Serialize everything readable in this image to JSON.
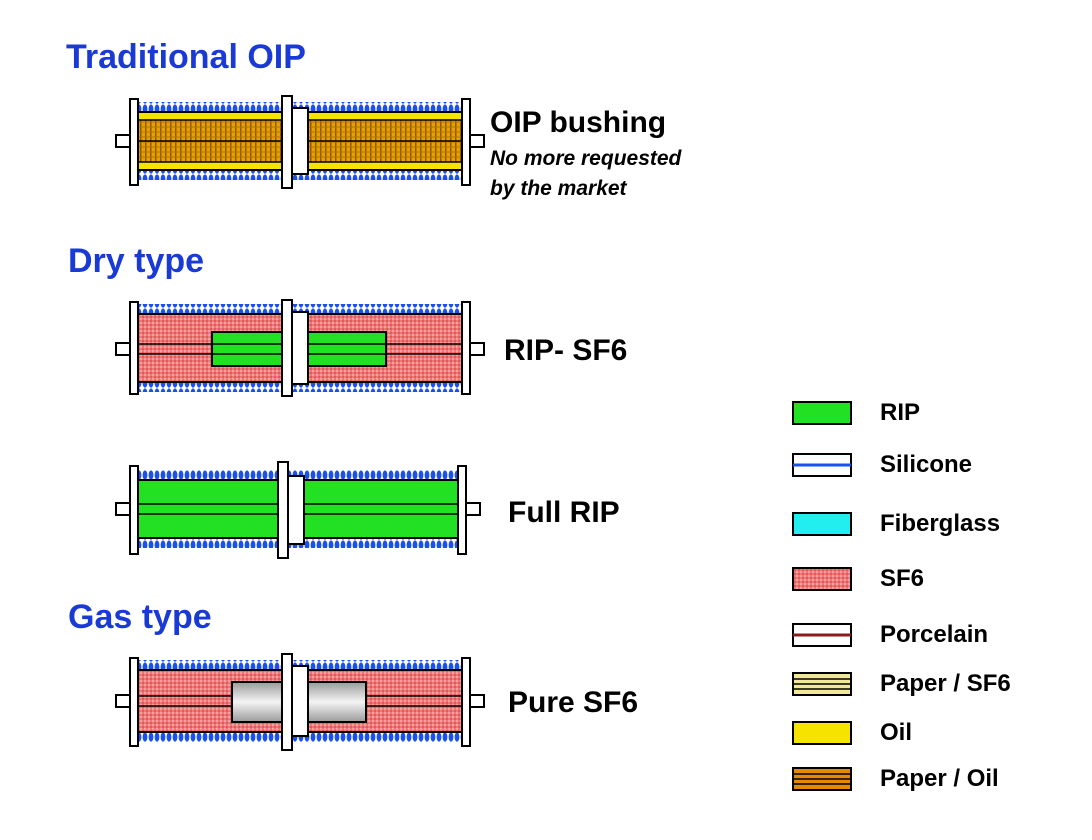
{
  "sections": {
    "traditional": {
      "heading": "Traditional OIP"
    },
    "dry": {
      "heading": "Dry type"
    },
    "gas": {
      "heading": "Gas type"
    }
  },
  "bushings": [
    {
      "id": "oip",
      "label": "OIP bushing",
      "note_lines": [
        "No more requested",
        "by the market"
      ],
      "body_material": "Paper / Oil",
      "insulation": "Silicone"
    },
    {
      "id": "rip-sf6",
      "label": "RIP- SF6",
      "note_lines": [],
      "body_material": "SF6",
      "core_material": "RIP",
      "insulation": "Silicone"
    },
    {
      "id": "full-rip",
      "label": "Full RIP",
      "note_lines": [],
      "body_material": "RIP",
      "insulation": "Silicone"
    },
    {
      "id": "pure-sf6",
      "label": "Pure SF6",
      "note_lines": [],
      "body_material": "SF6",
      "insulation": "Silicone"
    }
  ],
  "legend": [
    {
      "label": "RIP",
      "swatch": "rip",
      "color": "#22e022"
    },
    {
      "label": "Silicone",
      "swatch": "silicone",
      "color": "#1a4ff0"
    },
    {
      "label": "Fiberglass",
      "swatch": "fiberglass",
      "color": "#22eef0"
    },
    {
      "label": "SF6",
      "swatch": "sf6",
      "color": "#ee7777"
    },
    {
      "label": "Porcelain",
      "swatch": "porcelain",
      "color": "#8b1a1a"
    },
    {
      "label": "Paper / SF6",
      "swatch": "paper-sf6",
      "color": "#f3e79a"
    },
    {
      "label": "Oil",
      "swatch": "oil",
      "color": "#f5e400"
    },
    {
      "label": "Paper / Oil",
      "swatch": "paper-oil",
      "color": "#e38a00"
    }
  ],
  "colors": {
    "heading": "#1a3ad6",
    "silicone_fins": "#1a4ff0",
    "rip": "#22e022",
    "sf6": "#ee7777",
    "oil": "#f5e400",
    "paper_oil": "#e38a00"
  }
}
